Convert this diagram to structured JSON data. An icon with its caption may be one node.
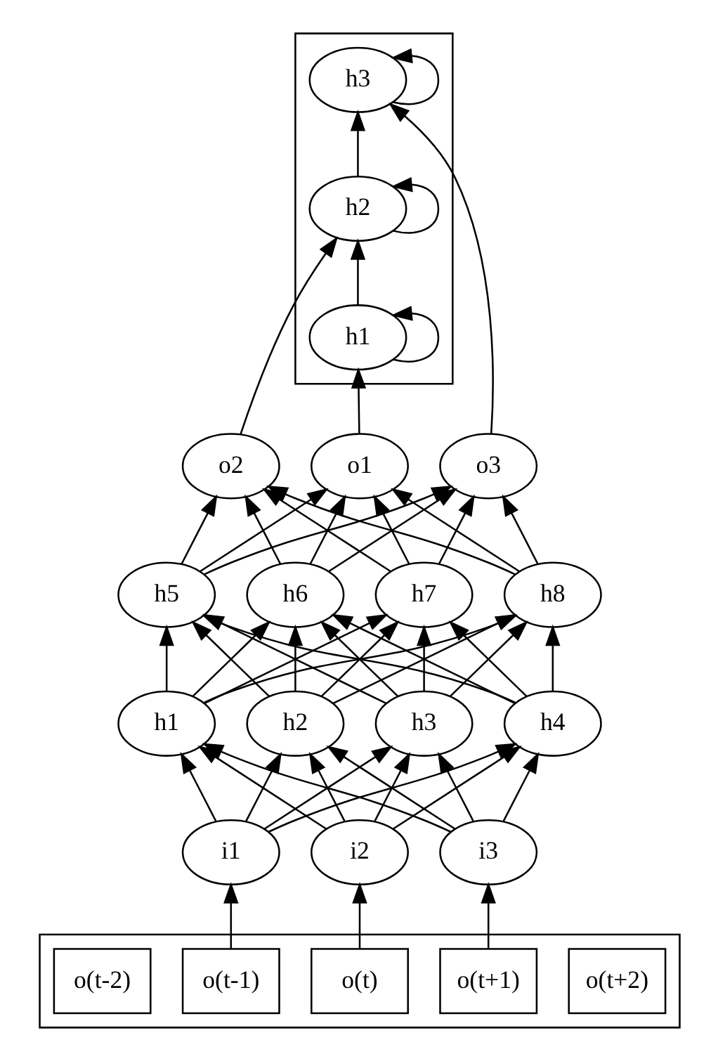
{
  "diagram": {
    "nodes": [
      {
        "text": [],
        "shape": "box"
      },
      {
        "text": [
          "h3"
        ],
        "in": 0
      },
      {
        "text": [
          "h2"
        ],
        "in": 0
      },
      {
        "text": [
          "h1"
        ],
        "in": 0
      },
      {
        "text": [
          "o2"
        ]
      },
      {
        "text": [
          "o1"
        ]
      },
      {
        "text": [
          "o3"
        ]
      },
      {
        "text": [
          "h5"
        ]
      },
      {
        "text": [
          "h6"
        ]
      },
      {
        "text": [
          "h7"
        ]
      },
      {
        "text": [
          "h8"
        ]
      },
      {
        "text": [
          "h1"
        ]
      },
      {
        "text": [
          "h2"
        ]
      },
      {
        "text": [
          "h3"
        ]
      },
      {
        "text": [
          "h4"
        ]
      },
      {
        "text": [
          "i1"
        ]
      },
      {
        "text": [
          "i2"
        ]
      },
      {
        "text": [
          "i3"
        ]
      },
      {
        "text": [],
        "shape": "box"
      },
      {
        "text": [
          "o(t-2)"
        ],
        "in": 18
      },
      {
        "text": [
          "o(t-1)"
        ],
        "in": 18
      },
      {
        "text": [
          "o(t)"
        ],
        "in": 18
      },
      {
        "text": [
          "o(t+1)"
        ],
        "in": 18
      },
      {
        "text": [
          "o(t+2)"
        ],
        "in": 18
      }
    ],
    "edges": [
      {
        "from": 20,
        "to": 15,
        "arrow": "to"
      },
      {
        "from": 21,
        "to": 16,
        "arrow": "to"
      },
      {
        "from": 22,
        "to": 17,
        "arrow": "to"
      },
      {
        "from": 15,
        "to": 11,
        "arrow": "to"
      },
      {
        "from": 15,
        "to": 12,
        "arrow": "to"
      },
      {
        "from": 15,
        "to": 13,
        "arrow": "to"
      },
      {
        "from": 15,
        "to": 14,
        "arrow": "to"
      },
      {
        "from": 16,
        "to": 11,
        "arrow": "to"
      },
      {
        "from": 16,
        "to": 12,
        "arrow": "to"
      },
      {
        "from": 16,
        "to": 13,
        "arrow": "to"
      },
      {
        "from": 16,
        "to": 14,
        "arrow": "to"
      },
      {
        "from": 17,
        "to": 11,
        "arrow": "to"
      },
      {
        "from": 17,
        "to": 12,
        "arrow": "to"
      },
      {
        "from": 17,
        "to": 13,
        "arrow": "to"
      },
      {
        "from": 17,
        "to": 14,
        "arrow": "to"
      },
      {
        "from": 11,
        "to": 7,
        "arrow": "to"
      },
      {
        "from": 11,
        "to": 8,
        "arrow": "to"
      },
      {
        "from": 11,
        "to": 9,
        "arrow": "to"
      },
      {
        "from": 11,
        "to": 10,
        "arrow": "to"
      },
      {
        "from": 12,
        "to": 7,
        "arrow": "to"
      },
      {
        "from": 12,
        "to": 8,
        "arrow": "to"
      },
      {
        "from": 12,
        "to": 9,
        "arrow": "to"
      },
      {
        "from": 12,
        "to": 10,
        "arrow": "to"
      },
      {
        "from": 13,
        "to": 7,
        "arrow": "to"
      },
      {
        "from": 13,
        "to": 8,
        "arrow": "to"
      },
      {
        "from": 13,
        "to": 9,
        "arrow": "to"
      },
      {
        "from": 13,
        "to": 10,
        "arrow": "to"
      },
      {
        "from": 14,
        "to": 7,
        "arrow": "to"
      },
      {
        "from": 14,
        "to": 8,
        "arrow": "to"
      },
      {
        "from": 14,
        "to": 9,
        "arrow": "to"
      },
      {
        "from": 14,
        "to": 10,
        "arrow": "to"
      },
      {
        "from": 7,
        "to": 4,
        "arrow": "to"
      },
      {
        "from": 7,
        "to": 5,
        "arrow": "to"
      },
      {
        "from": 7,
        "to": 6,
        "arrow": "to"
      },
      {
        "from": 8,
        "to": 4,
        "arrow": "to"
      },
      {
        "from": 8,
        "to": 5,
        "arrow": "to"
      },
      {
        "from": 8,
        "to": 6,
        "arrow": "to"
      },
      {
        "from": 9,
        "to": 4,
        "arrow": "to"
      },
      {
        "from": 9,
        "to": 5,
        "arrow": "to"
      },
      {
        "from": 9,
        "to": 6,
        "arrow": "to"
      },
      {
        "from": 10,
        "to": 4,
        "arrow": "to"
      },
      {
        "from": 10,
        "to": 5,
        "arrow": "to"
      },
      {
        "from": 10,
        "to": 6,
        "arrow": "to"
      },
      {
        "from": 5,
        "to": 3,
        "arrow": "to"
      },
      {
        "from": 4,
        "to": 2,
        "arrow": "to"
      },
      {
        "from": 6,
        "to": 1,
        "arrow": "to"
      },
      {
        "from": 3,
        "to": 2,
        "arrow": "to"
      },
      {
        "from": 2,
        "to": 1,
        "arrow": "to"
      },
      {
        "from": 3,
        "to": 3,
        "arrow": "to"
      },
      {
        "from": 2,
        "to": 2,
        "arrow": "to"
      },
      {
        "from": 1,
        "to": 1,
        "arrow": "to"
      }
    ]
  }
}
